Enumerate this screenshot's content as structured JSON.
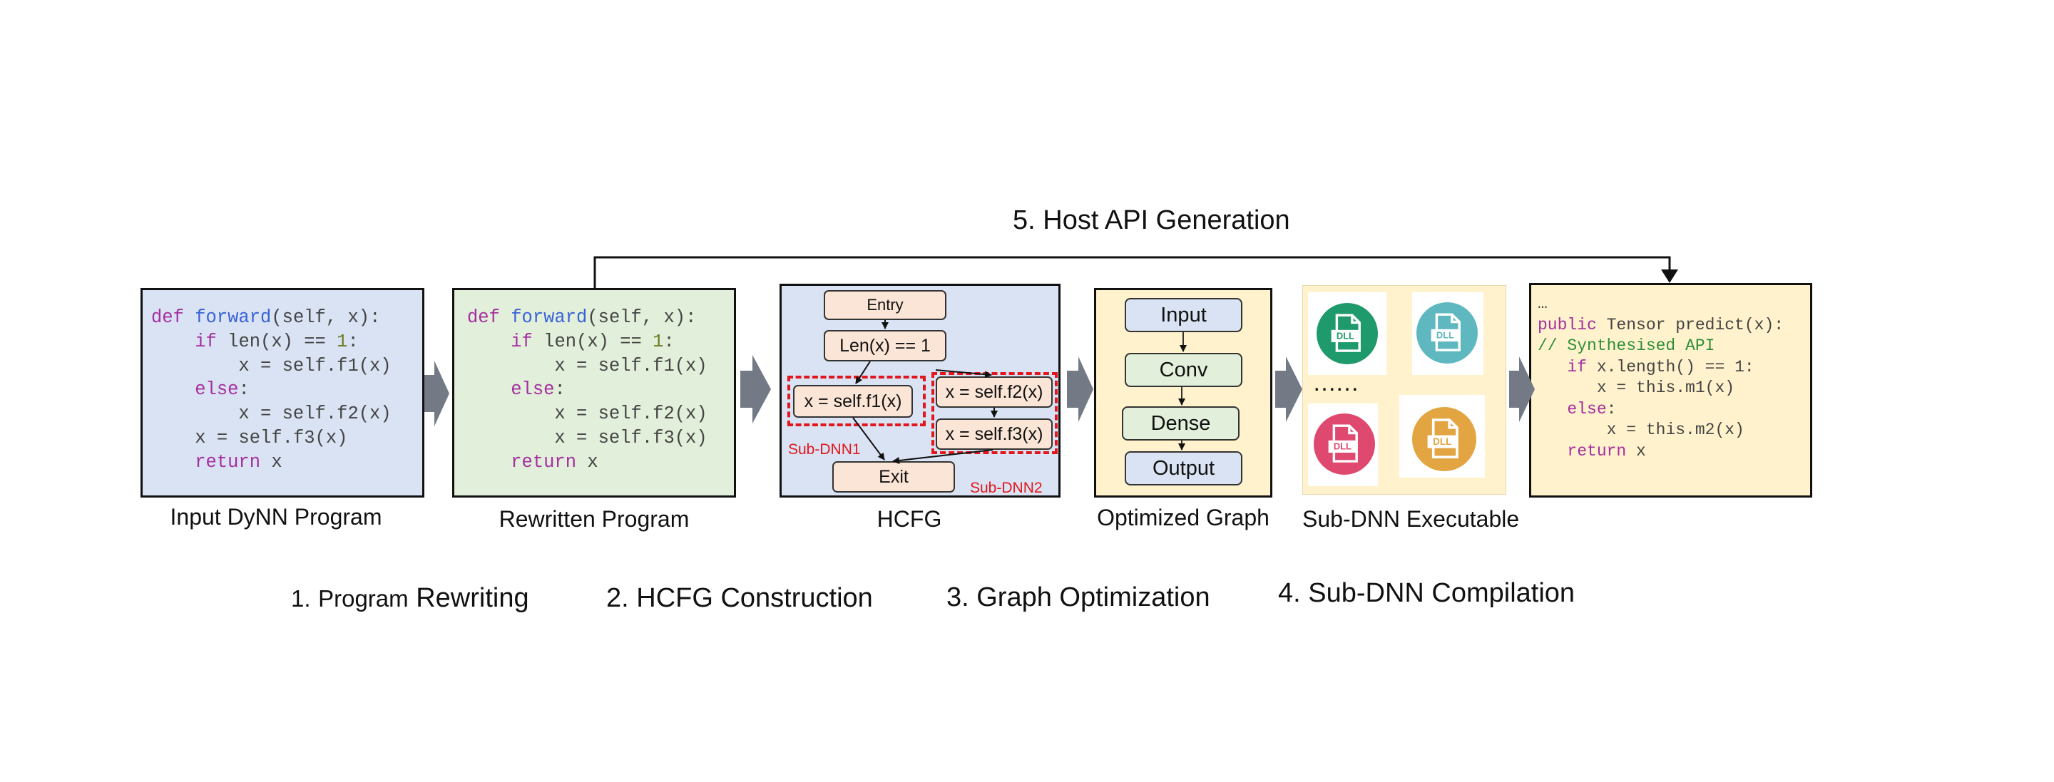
{
  "title": "5. Host  API Generation",
  "panels": {
    "input": {
      "caption": "Input DyNN Program",
      "code": [
        {
          "k1": "def ",
          "f": "forward",
          "t": "(self, x):"
        },
        {
          "ind": "    ",
          "k1": "if ",
          "t": "len(x) == ",
          "n": "1",
          "t2": ":"
        },
        {
          "ind": "        ",
          "t": "x = self.f1(x)"
        },
        {
          "ind": "    ",
          "k1": "else",
          "t": ":"
        },
        {
          "ind": "        ",
          "t": "x = self.f2(x)"
        },
        {
          "ind": "    ",
          "t": "x = self.f3(x)"
        },
        {
          "ind": "    ",
          "k1": "return ",
          "t": "x"
        }
      ]
    },
    "rewritten": {
      "caption": "Rewritten Program",
      "code": [
        {
          "k1": "def ",
          "f": "forward",
          "t": "(self, x):"
        },
        {
          "ind": "    ",
          "k1": "if ",
          "t": "len(x) == ",
          "n": "1",
          "t2": ":"
        },
        {
          "ind": "        ",
          "t": "x = self.f1(x)"
        },
        {
          "ind": "    ",
          "k1": "else",
          "t": ":"
        },
        {
          "ind": "        ",
          "t": "x = self.f2(x)"
        },
        {
          "ind": "        ",
          "t": "x = self.f3(x)"
        },
        {
          "ind": "    ",
          "k1": "return ",
          "t": "x"
        }
      ]
    },
    "hcfg": {
      "caption": "HCFG",
      "nodes": {
        "entry": "Entry",
        "cond": "Len(x) == 1",
        "f1": "x = self.f1(x)",
        "f2": "x = self.f2(x)",
        "f3": "x = self.f3(x)",
        "exit": "Exit"
      },
      "sub1": "Sub-DNN1",
      "sub2": "Sub-DNN2"
    },
    "optimized": {
      "caption": "Optimized Graph",
      "nodes": [
        "Input",
        "Conv",
        "Dense",
        "Output"
      ]
    },
    "executable": {
      "caption": "Sub-DNN Executable",
      "icon_label": "DLL",
      "dots": "……",
      "icon_colors": [
        "#1f9a6c",
        "#5fb8c0",
        "#e0496f",
        "#e3a542"
      ]
    },
    "api": {
      "code": [
        {
          "t": "…"
        },
        {
          "k1": "public ",
          "t": "Tensor predict(x):"
        },
        {
          "c": "// Synthesised API"
        },
        {
          "ind": "   ",
          "k1": "if ",
          "t": "x.length() == 1:"
        },
        {
          "ind": "      ",
          "t": "x = this.m1(x)"
        },
        {
          "ind": "   ",
          "k1": "else",
          "t": ":"
        },
        {
          "ind": "       ",
          "t": "x = this.m2(x)"
        },
        {
          "ind": "   ",
          "k1": "return ",
          "t": "x"
        }
      ]
    }
  },
  "steps": {
    "s1_num": "1.",
    "s1_a": "Program",
    "s1_b": "Rewriting",
    "s2": "2. HCFG Construction",
    "s3": "3. Graph  Optimization",
    "s4": "4. Sub-DNN  Compilation"
  },
  "colors": {
    "blue_panel": "#dae3f3",
    "green_panel": "#e2efda",
    "yellow_panel": "#fff2cc",
    "peach_node": "#fbe5d6",
    "red_dash": "#e2161c",
    "arrow_gray": "#737a86"
  }
}
